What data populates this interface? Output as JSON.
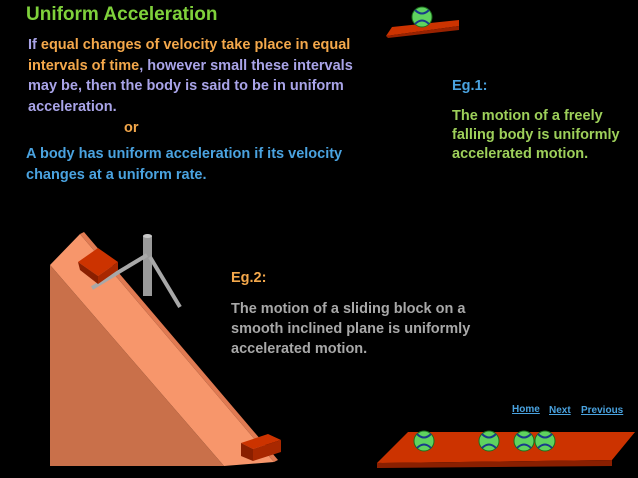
{
  "title": "Uniform Acceleration",
  "definition": {
    "part1": "If ",
    "part2": "equal changes of velocity take place in equal intervals of time",
    "part3": ", however small these intervals may be, then the body is said to be in uniform acceleration."
  },
  "or_label": "or",
  "alternate_definition": "A body has uniform acceleration if its velocity changes at a uniform rate.",
  "example1": {
    "label": "Eg.1:",
    "text": "The motion of a freely falling body is uniformly accelerated motion."
  },
  "example2": {
    "label": "Eg.2:",
    "text": "The motion of a sliding block on a smooth inclined plane is uniformly accelerated motion."
  },
  "nav": {
    "home": "Home",
    "next": "Next",
    "previous": "Previous"
  },
  "colors": {
    "background": "#000000",
    "title": "#7fd13b",
    "definition": "#a9a4e8",
    "highlight": "#f4a84b",
    "alternate": "#4aa3e0",
    "example1_text": "#9ed05a",
    "example2_text": "#a8a8a8",
    "platform": "#cc3300",
    "incline": "#f7966b",
    "ball": "#5fd35f"
  }
}
